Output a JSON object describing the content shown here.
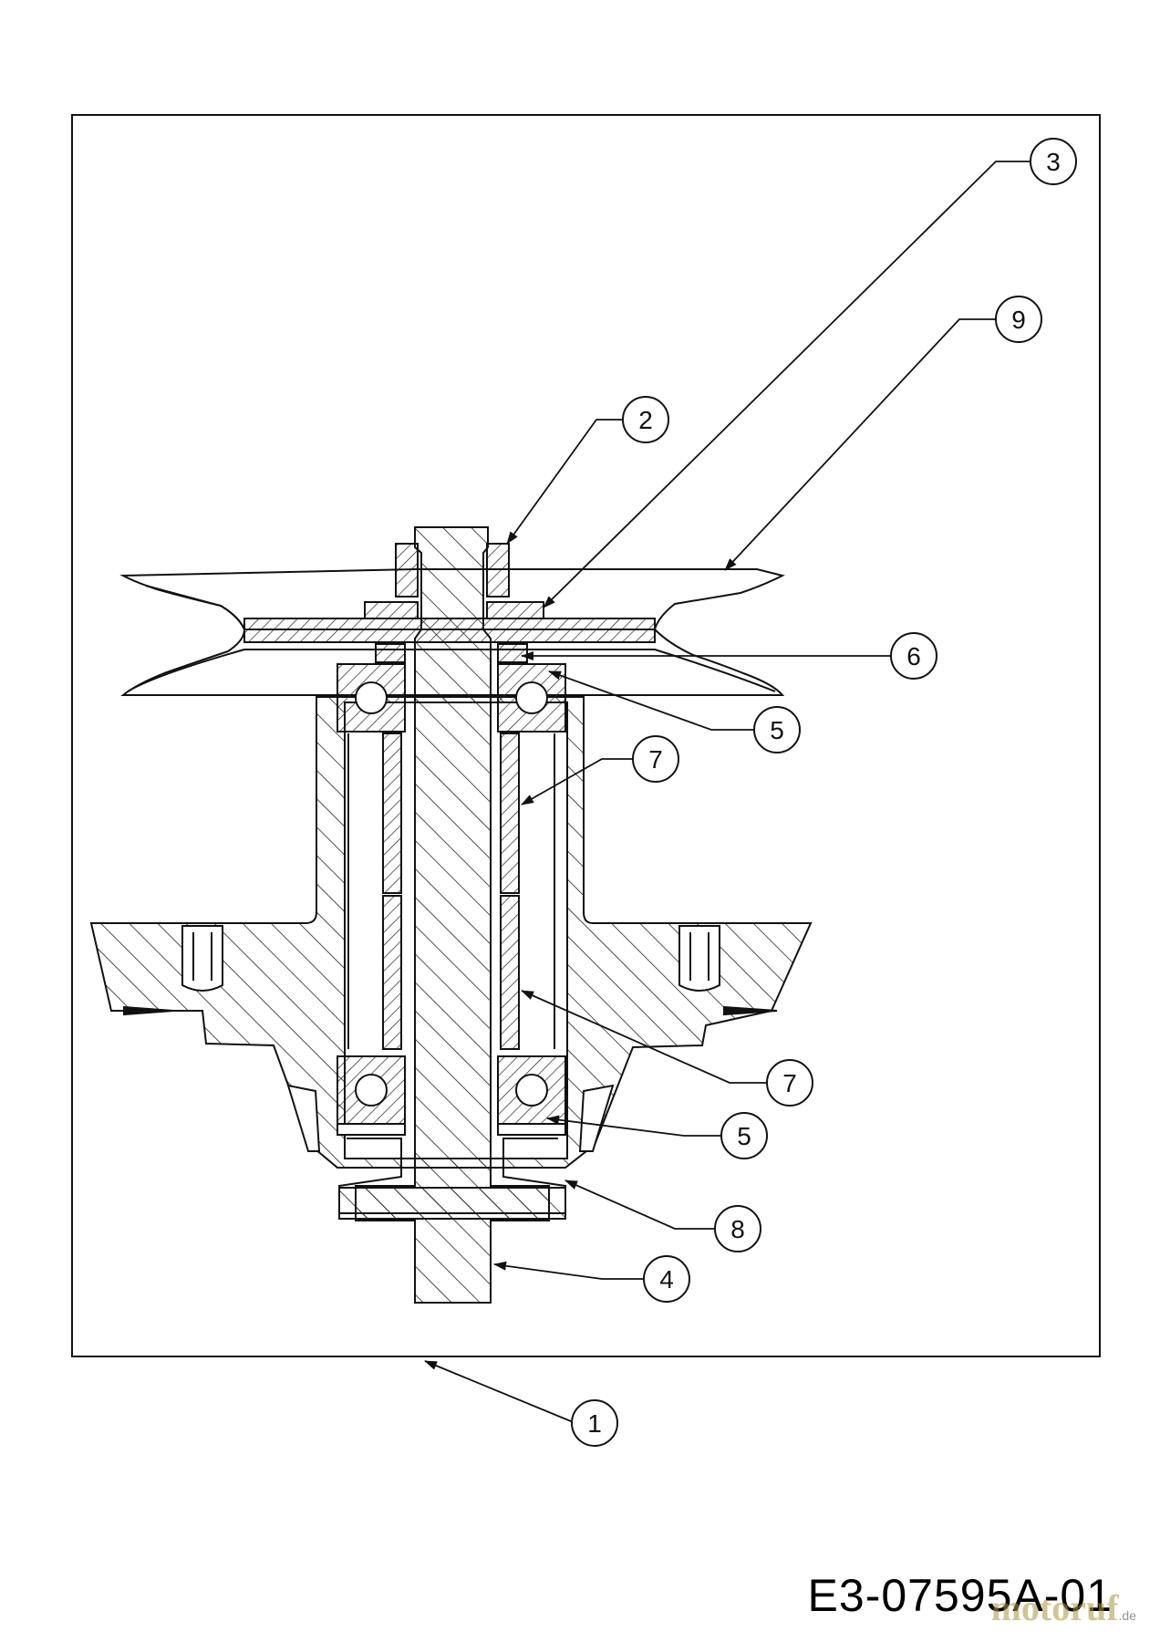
{
  "diagram": {
    "doc_code": "E3-07595A-01",
    "watermark": {
      "brand": "motoruf",
      "suffix": ".de"
    },
    "callouts": [
      {
        "label": "3"
      },
      {
        "label": "9"
      },
      {
        "label": "2"
      },
      {
        "label": "6"
      },
      {
        "label": "5"
      },
      {
        "label": "7"
      },
      {
        "label": "7"
      },
      {
        "label": "5"
      },
      {
        "label": "8"
      },
      {
        "label": "4"
      },
      {
        "label": "1"
      }
    ]
  }
}
